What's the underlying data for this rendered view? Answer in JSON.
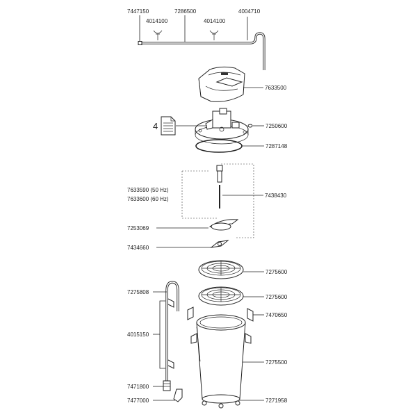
{
  "labels": {
    "p7447150": "7447150",
    "p4014100a": "4014100",
    "p7286500": "7286500",
    "p4014100b": "4014100",
    "p4004710": "4004710",
    "p7633500": "7633500",
    "doc_number": "4",
    "p7250600": "7250600",
    "p7287148": "7287148",
    "p7633590": "7633590 (50 Hz)",
    "p7633600": "7633600 (60 Hz)",
    "p7438430": "7438430",
    "p7253069": "7253069",
    "p7434660": "7434660",
    "p7275600a": "7275600",
    "p7275808": "7275808",
    "p7275600b": "7275600",
    "p7470650": "7470650",
    "p4015150": "4015150",
    "p7275500": "7275500",
    "p7471800": "7471800",
    "p7477000": "7477000",
    "p7271958": "7271958"
  },
  "colors": {
    "line": "#222222",
    "background": "#ffffff"
  },
  "icons": {
    "manual": "document-icon"
  }
}
